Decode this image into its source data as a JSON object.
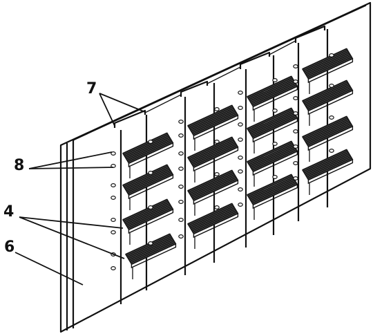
{
  "figure": {
    "callouts": [
      {
        "id": "label-7",
        "text": "7"
      },
      {
        "id": "label-8",
        "text": "8"
      },
      {
        "id": "label-4",
        "text": "4"
      },
      {
        "id": "label-6",
        "text": "6"
      }
    ],
    "colors": {
      "stroke": "#111111",
      "fill": "#ffffff",
      "fin": "#1a1a1a"
    }
  }
}
